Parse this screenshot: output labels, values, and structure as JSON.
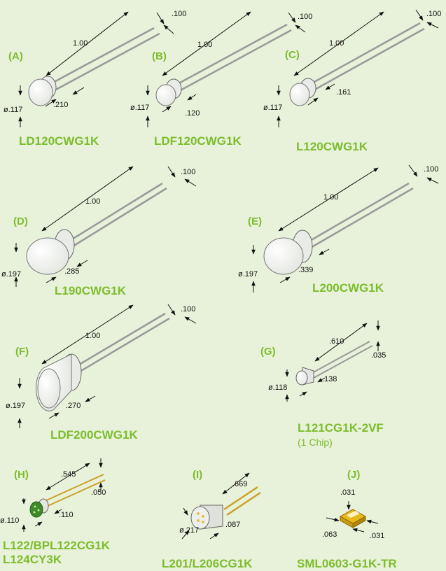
{
  "colors": {
    "background": "#e8f1d9",
    "label_green": "#7cbd2d",
    "lead": "#9a9a9a",
    "lens": "#f4f6f2",
    "line": "#111111"
  },
  "parts": [
    {
      "letter": "(A)",
      "name": "LD120CWG1K",
      "dims": [
        ".100",
        "1.00",
        ".210",
        "ø.117"
      ]
    },
    {
      "letter": "(B)",
      "name": "LDF120CWG1K",
      "dims": [
        ".100",
        "1.00",
        ".120",
        "ø.117"
      ]
    },
    {
      "letter": "(C)",
      "name": "L120CWG1K",
      "dims": [
        ".100",
        "1.00",
        ".161",
        "ø.117"
      ]
    },
    {
      "letter": "(D)",
      "name": "L190CWG1K",
      "dims": [
        ".100",
        "1.00",
        ".285",
        "ø.197"
      ]
    },
    {
      "letter": "(E)",
      "name": "L200CWG1K",
      "dims": [
        ".100",
        "1.00",
        ".339",
        "ø.197"
      ]
    },
    {
      "letter": "(F)",
      "name": "LDF200CWG1K",
      "dims": [
        ".100",
        "1.00",
        ".270",
        "ø.197"
      ]
    },
    {
      "letter": "(G)",
      "name": "L121CG1K-2VF",
      "note": "(1 Chip)",
      "dims": [
        ".610",
        ".035",
        ".138",
        "ø.118"
      ]
    },
    {
      "letter": "(H)",
      "name": "L122/BPL122CG1K",
      "name2": "L124CY3K",
      "dims": [
        ".545",
        ".050",
        ".110",
        "ø.110"
      ]
    },
    {
      "letter": "(I)",
      "name": "L201/L206CG1K",
      "dims": [
        ".669",
        ".087",
        "ø.217"
      ]
    },
    {
      "letter": "(J)",
      "name": "SML0603-G1K-TR",
      "dims": [
        ".031",
        ".063",
        ".031"
      ]
    }
  ]
}
